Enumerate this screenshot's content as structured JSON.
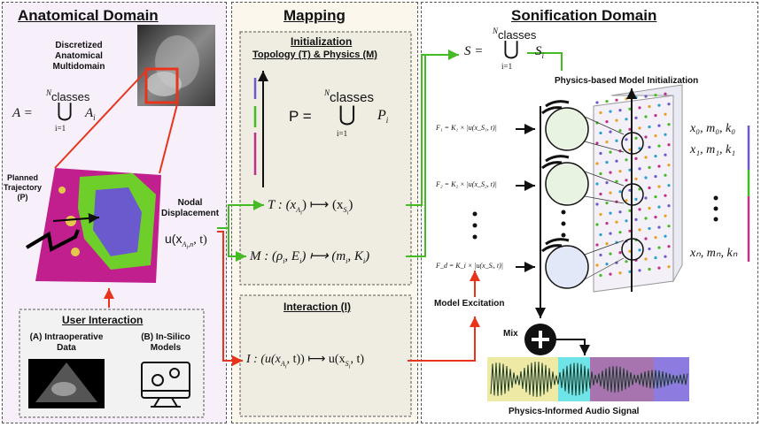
{
  "panels": {
    "anatomical": {
      "title": "Anatomical Domain"
    },
    "mapping": {
      "title": "Mapping"
    },
    "sonification": {
      "title": "Sonification Domain"
    }
  },
  "anatomical": {
    "ct_caption": [
      "Discretized",
      "Anatomical",
      "Multidomain"
    ],
    "eq_lhs": "A =",
    "eq_top": "N",
    "eq_top_word": "classes",
    "eq_bottom": "i=1",
    "eq_term": "A",
    "eq_term_sub": "i",
    "planned_trajectory": [
      "Planned",
      "Trajectory",
      "(P)"
    ],
    "nodal_label": [
      "Nodal",
      "Displacement"
    ],
    "nodal_eq": "u(x",
    "nodal_eq_tail": ", t)",
    "user_interaction": {
      "title": "User Interaction",
      "item_a": [
        "(A) Intraoperative",
        "Data"
      ],
      "item_b": [
        "(B) In-Silico",
        "Models"
      ]
    }
  },
  "mapping": {
    "init_title": "Initialization",
    "init_subtitle": "Topology (T) & Physics (M)",
    "p_eq_lhs": "P =",
    "p_eq_top": "N",
    "p_eq_top_word": "classes",
    "p_eq_bottom": "i=1",
    "p_eq_term": "P",
    "p_eq_term_sub": "i",
    "t_eq": "T : (x",
    "t_eq_mid": ") ⟼ (x",
    "t_eq_end": ")",
    "m_eq": "M : (ρ",
    "m_eq_mid": ", E",
    "m_eq_mid2": ") ⟼ (m",
    "m_eq_end": ", K",
    "m_eq_close": ")",
    "interaction_title": "Interaction (I)",
    "i_eq": "I : (u(x",
    "i_eq_mid": ", t)) ⟼ u(x",
    "i_eq_end": ", t)"
  },
  "sonification": {
    "s_eq_lhs": "S =",
    "s_eq_top": "N",
    "s_eq_top_word": "classes",
    "s_eq_bottom": "i=1",
    "s_eq_term": "S",
    "s_eq_term_sub": "i",
    "physics_init": "Physics-based Model Initialization",
    "forces": [
      "F₁ = K₁ × |u(x_S₁, t)|",
      "F₂ = K₂ × |u(x_S₂, t)|",
      "F_d = K_i × |u(x_Sᵢ, t)|"
    ],
    "params": [
      "x₀, m₀, k₀",
      "x₁, m₁, k₁",
      "xₙ, mₙ, kₙ"
    ],
    "model_excitation": "Model Excitation",
    "mix": "Mix",
    "audio_caption": "Physics-Informed Audio Signal"
  },
  "colors": {
    "red": "#e8341c",
    "green": "#44bb22",
    "purple": "#6a5acd",
    "magenta": "#c0308a",
    "panel_anatomical_bg": "#f7f0fa",
    "panel_mapping_bg": "#fbf7ec",
    "panel_sonif_bg": "#ffffff"
  }
}
